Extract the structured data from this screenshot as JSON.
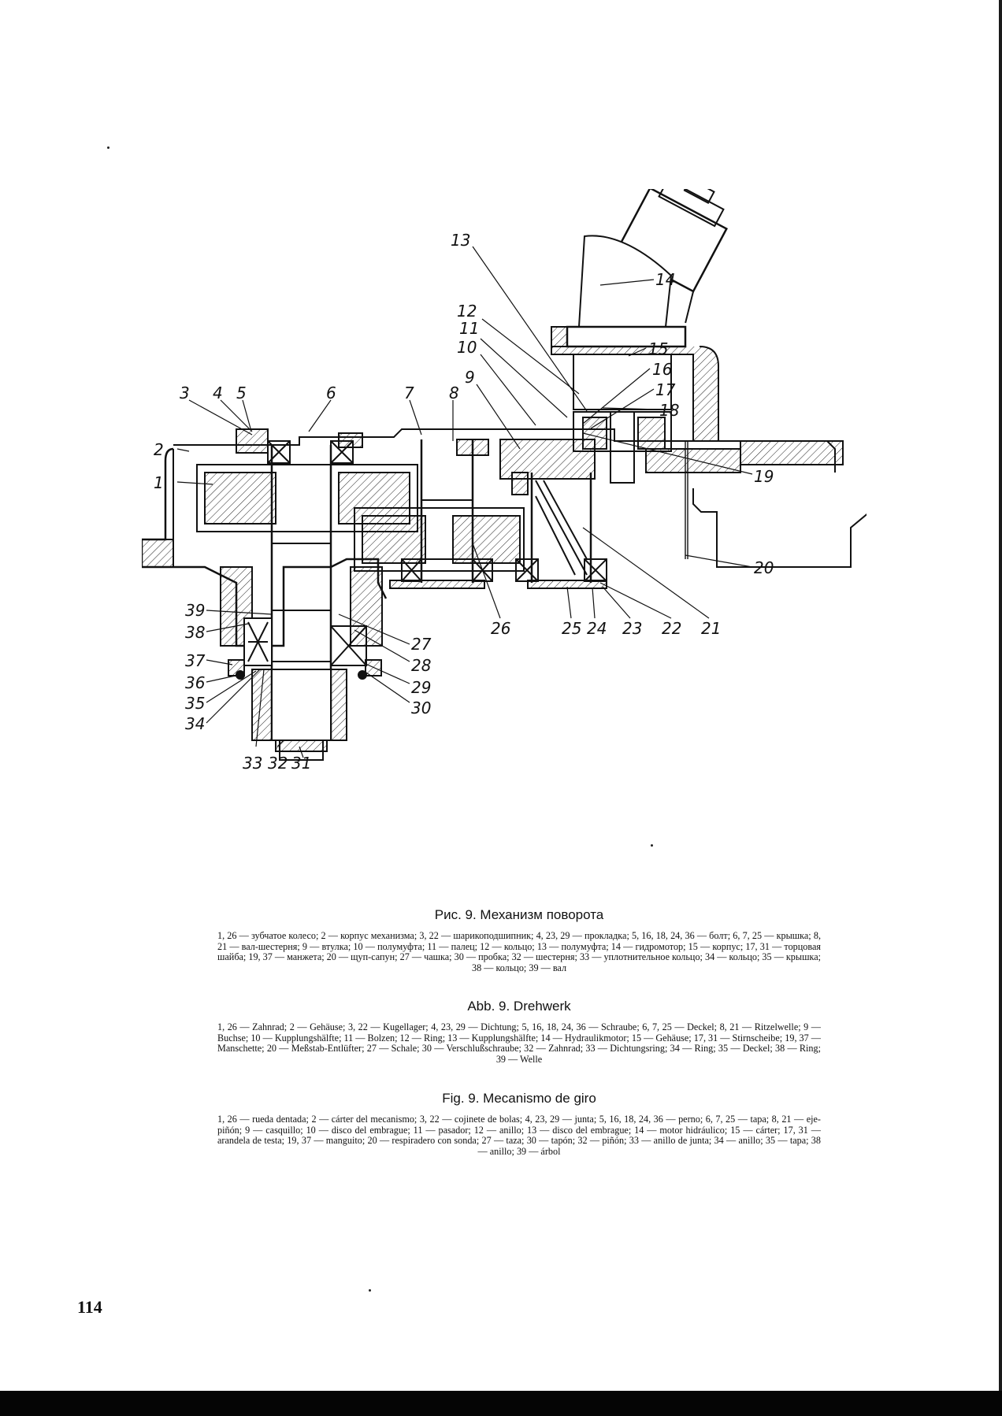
{
  "figure": {
    "callouts": [
      "1",
      "2",
      "3",
      "4",
      "5",
      "6",
      "7",
      "8",
      "9",
      "10",
      "11",
      "12",
      "13",
      "14",
      "15",
      "16",
      "17",
      "18",
      "19",
      "20",
      "21",
      "22",
      "23",
      "24",
      "25",
      "26",
      "27",
      "28",
      "29",
      "30",
      "31",
      "32",
      "33",
      "34",
      "35",
      "36",
      "37",
      "38",
      "39"
    ]
  },
  "captions": {
    "russian": {
      "title": "Рис. 9. Механизм поворота",
      "legend": "1, 26 — зубчатое колесо; 2 — корпус механизма; 3, 22 — шарикоподшипник; 4, 23, 29 — прокладка; 5, 16, 18, 24, 36 — болт; 6, 7, 25 — крышка; 8, 21 — вал-шестерня; 9 — втулка; 10 — полумуфта; 11 — палец; 12 — кольцо; 13 — полумуфта; 14 — гидромотор; 15 — корпус; 17, 31 — торцовая шайба; 19, 37 — манжета; 20 — щуп-сапун; 27 — чашка; 30 — пробка; 32 — шестерня; 33 — уплотнительное кольцо; 34 — кольцо; 35 — крышка; 38 — кольцо; 39 — вал"
    },
    "german": {
      "title": "Abb. 9. Drehwerk",
      "legend": "1, 26 — Zahnrad; 2 — Gehäuse; 3, 22 — Kugellager; 4, 23, 29 — Dichtung; 5, 16, 18, 24, 36 — Schraube; 6, 7, 25 — Deckel; 8, 21 — Ritzelwelle; 9 — Buchse; 10 — Kupplungshälfte; 11 — Bolzen; 12 — Ring; 13 — Kupplungshälfte; 14 — Hydraulikmotor; 15 — Gehäuse; 17, 31 — Stirnscheibe; 19, 37 — Manschette; 20 — Meßstab-Entlüfter; 27 — Schale; 30 — Verschlußschraube; 32 — Zahnrad; 33 — Dichtungsring; 34 — Ring; 35 — Deckel; 38 — Ring; 39 — Welle"
    },
    "spanish": {
      "title": "Fig. 9. Mecanismo de giro",
      "legend": "1, 26 — rueda dentada; 2 — cárter del mecanismo; 3, 22 — cojinete de bolas; 4, 23, 29 — junta; 5, 16, 18, 24, 36 — perno; 6, 7, 25 — tapa; 8, 21 — eje-piñón; 9 — casquillo; 10 — disco del embrague; 11 — pasador; 12 — anillo; 13 — disco del embrague; 14 — motor hidráulico; 15 — cárter; 17, 31 — arandela de testa; 19, 37 — manguito; 20 — respiradero con sonda; 27 — taza; 30 — tapón; 32 — piñón; 33 — anillo de junta; 34 — anillo; 35 — tapa; 38 — anillo; 39 — árbol"
    }
  },
  "page_number": "114"
}
